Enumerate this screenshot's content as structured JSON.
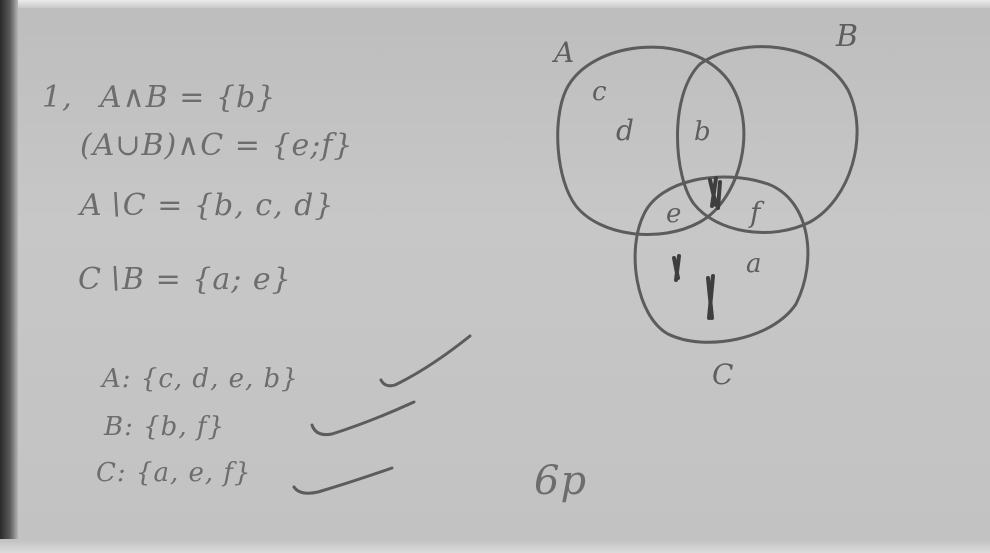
{
  "problem": {
    "number": "1,",
    "lines": [
      "A∧B = {b}",
      "(A∪B)∧C = {e;f}",
      "A∖C = {b, c, d}",
      "C∖B = {a; e}"
    ]
  },
  "answers": [
    "A: {c, d, e, b}",
    "B: {b, f}",
    "C: {a, e, f}"
  ],
  "score": "6p",
  "venn": {
    "set_labels": [
      "A",
      "B",
      "C"
    ],
    "regions": {
      "a_only": [
        "c",
        "d"
      ],
      "ab": "b",
      "ac": "e",
      "bc": "f",
      "c_only": "a"
    }
  }
}
